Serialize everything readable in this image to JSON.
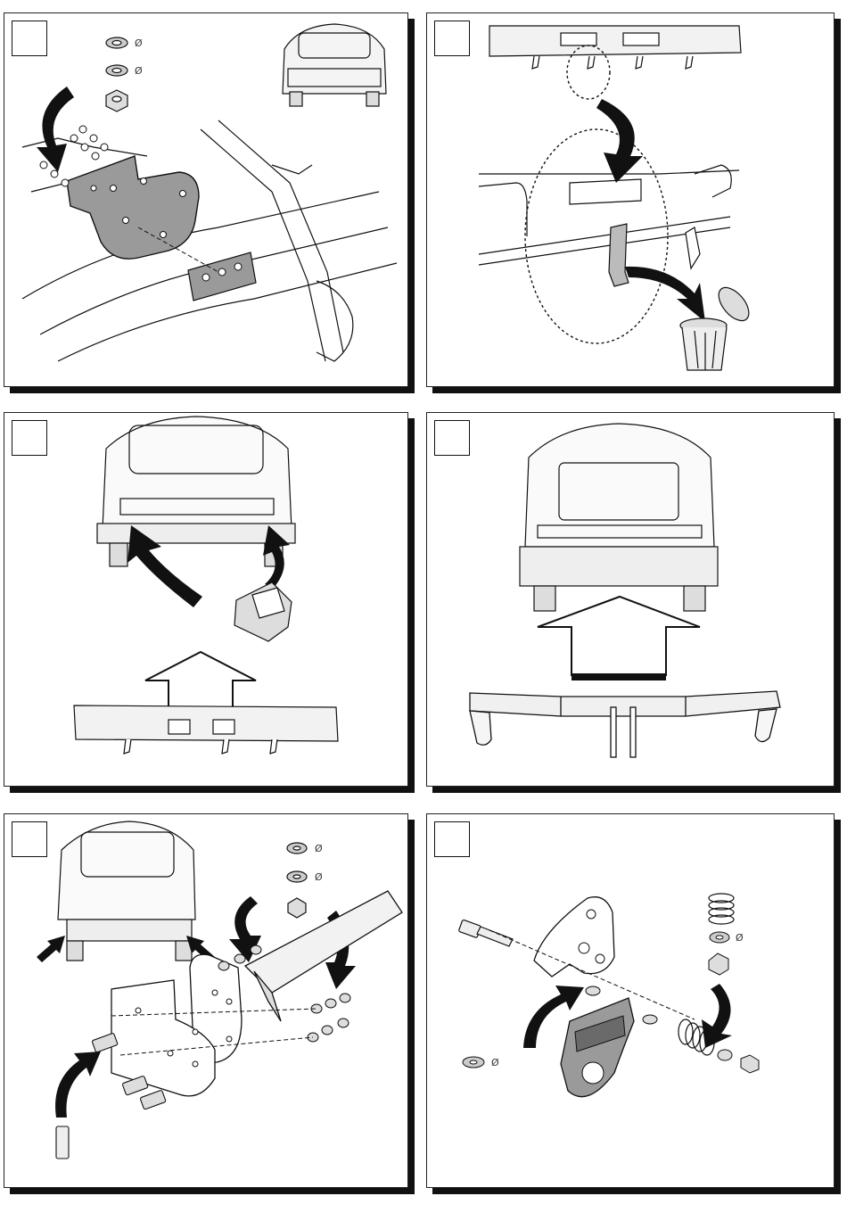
{
  "sheet": {
    "panels": [
      {
        "id": "panel-1",
        "content": "bracket-mount-inside-frame"
      },
      {
        "id": "panel-2",
        "content": "remove-bumper-clip"
      },
      {
        "id": "panel-3",
        "content": "fit-side-brackets"
      },
      {
        "id": "panel-4",
        "content": "raise-crossbar"
      },
      {
        "id": "panel-5",
        "content": "bolt-arms-to-frame"
      },
      {
        "id": "panel-6",
        "content": "mount-socket-plate"
      }
    ],
    "diameter_symbol": "Ø"
  },
  "colors": {
    "ink": "#111111",
    "plate_fill": "#9a9a9a",
    "paper": "#ffffff"
  }
}
